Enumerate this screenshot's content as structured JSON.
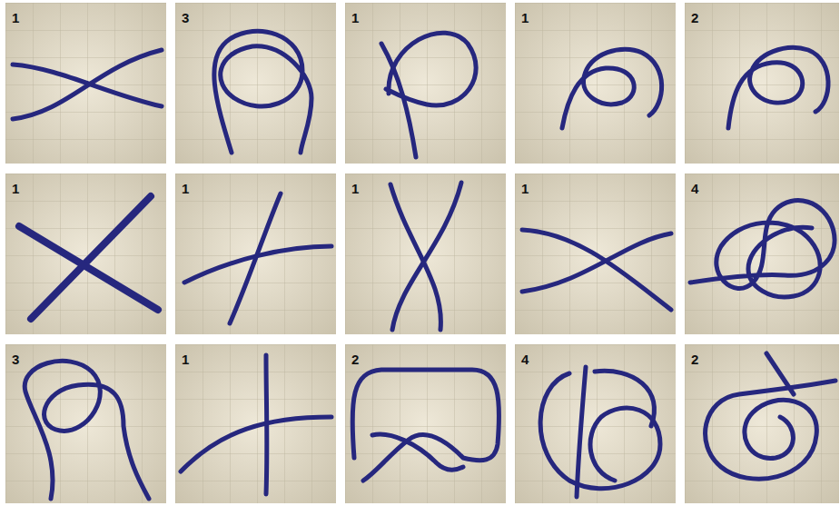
{
  "diagram": {
    "labels": [
      "1",
      "3",
      "1",
      "1",
      "2",
      "1",
      "1",
      "1",
      "1",
      "4",
      "3",
      "1",
      "2",
      "4",
      "2"
    ]
  }
}
